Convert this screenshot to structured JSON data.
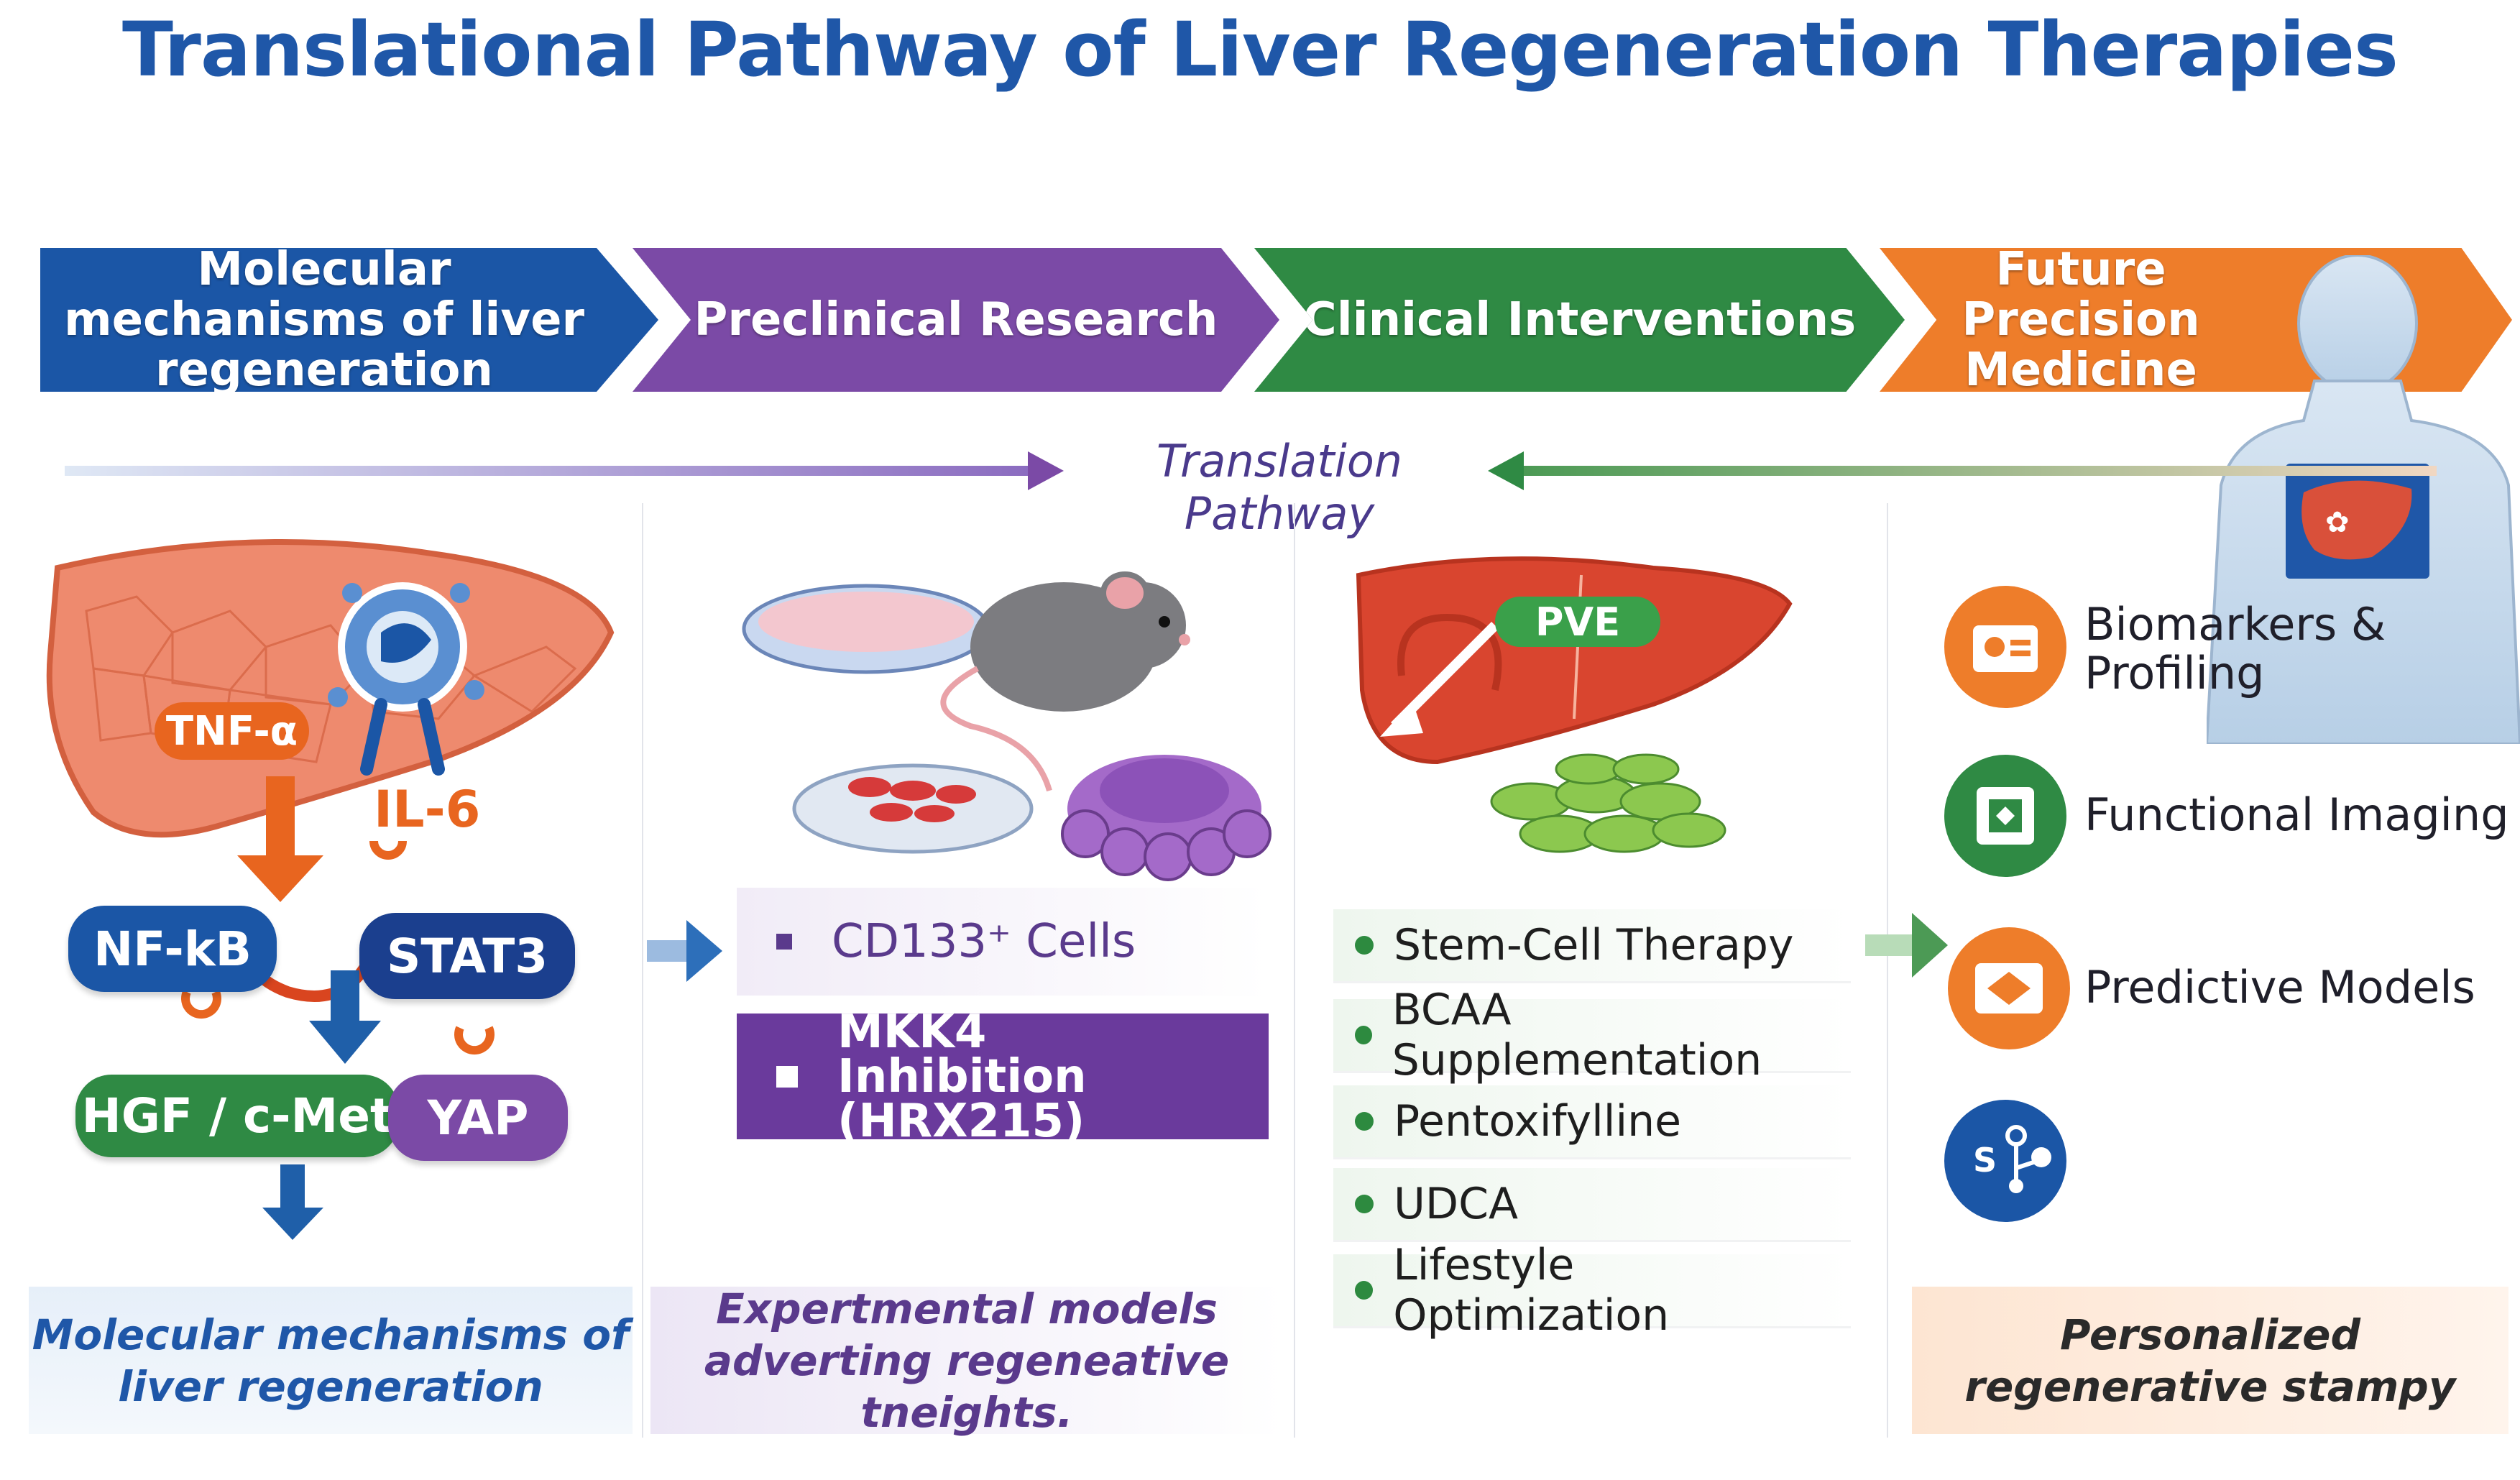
{
  "title": "Translational Pathway of Liver Regeneration Therapies",
  "banners": [
    {
      "text": "Molecular mechanisms of liver regeneration",
      "color": "#1b56a6"
    },
    {
      "text": "Preclinical Research",
      "color": "#7b4aa6"
    },
    {
      "text": "Clinical Interventions",
      "color": "#2f8a44"
    },
    {
      "text": "Future Precision Medicine",
      "color": "#ee7d2a"
    }
  ],
  "pathway_label": "Translation Pathway",
  "molecular": {
    "tnf": "TNF-α",
    "il6": "IL-6",
    "nfkb": "NF-kB",
    "stat3": "STAT3",
    "hgf": "HGF / c-Met",
    "yap": "YAP"
  },
  "preclinical": {
    "items": [
      {
        "text": "CD133⁺ Cells"
      },
      {
        "text": "MKK4 Inhibition (HRX215)"
      }
    ]
  },
  "clinical": {
    "pve": "PVE",
    "items": [
      "Stem-Cell Therapy",
      "BCAA Supplementation",
      "Pentoxifylline",
      "UDCA",
      "Lifestyle Optimization"
    ]
  },
  "future": {
    "items": [
      {
        "label": "Biomarkers & Profiling",
        "icon": "biomarker-icon",
        "color": "#ee7d2a"
      },
      {
        "label": "Functional Imaging",
        "icon": "imaging-icon",
        "color": "#2f8a44"
      },
      {
        "label": "Predictive Models",
        "icon": "model-icon",
        "color": "#ee7d2a"
      },
      {
        "label": "",
        "icon": "network-icon",
        "color": "#1b56a6"
      }
    ]
  },
  "footers": [
    {
      "text": "Molecular mechanisms of liver regeneration",
      "color": "#1f57a8"
    },
    {
      "text": "Expertmental models adverting regeneative tneights.",
      "color": "#5a3a8c"
    },
    {
      "text": "Personalized regenerative stampy",
      "color": "#2a2a2a"
    }
  ]
}
